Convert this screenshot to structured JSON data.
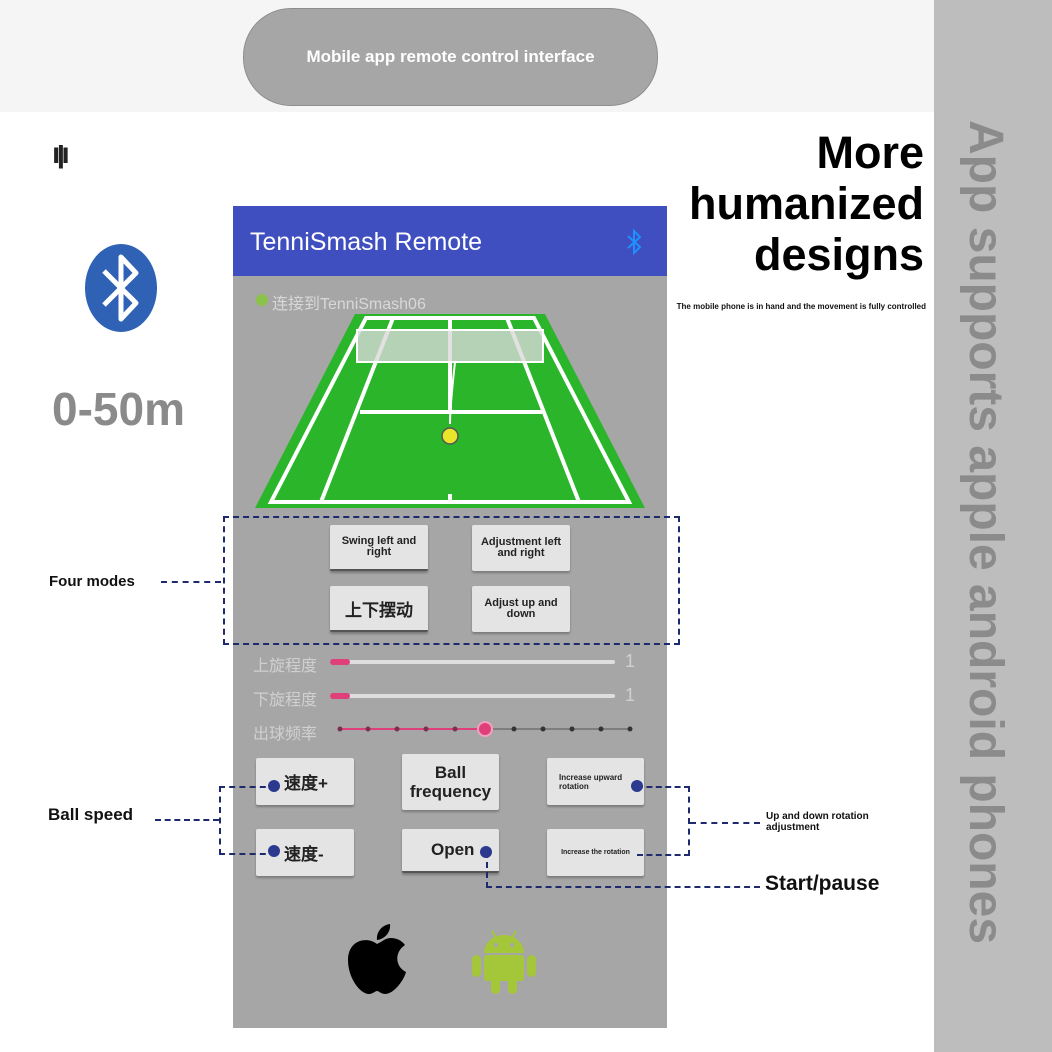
{
  "banner": {
    "title": "Mobile app remote control interface"
  },
  "side_text": "App supports apple android phones",
  "signal_symbol": "ıןı",
  "range": "0-50m",
  "headline": [
    "More",
    "humanized",
    "designs"
  ],
  "subline": "The mobile phone is in hand and the movement is fully controlled",
  "app": {
    "title": "TenniSmash Remote",
    "status": "连接到TenniSmash06",
    "mode_buttons": [
      "Swing left and right",
      "Adjustment left and right",
      "上下摆动",
      "Adjust up and down"
    ],
    "sliders": [
      {
        "label": "上旋程度",
        "value": "1",
        "level": 0.04
      },
      {
        "label": "下旋程度",
        "value": "1",
        "level": 0.04
      }
    ],
    "frequency_label": "出球频率",
    "frequency_level": 0.5,
    "speed_plus": "速度+",
    "speed_minus": "速度-",
    "ball_frequency": "Ball frequency",
    "open": "Open",
    "increase_upward": "Increase upward rotation",
    "increase_rotation": "Increase the rotation"
  },
  "callouts": {
    "four_modes": "Four modes",
    "ball_speed": "Ball speed",
    "rotation": "Up and down rotation adjustment",
    "start_pause": "Start/pause"
  },
  "colors": {
    "appbar": "#3f4fbf",
    "court": "#2bb52b",
    "slider_fill": "#e0407a",
    "bluetooth": "#2f62b5"
  }
}
